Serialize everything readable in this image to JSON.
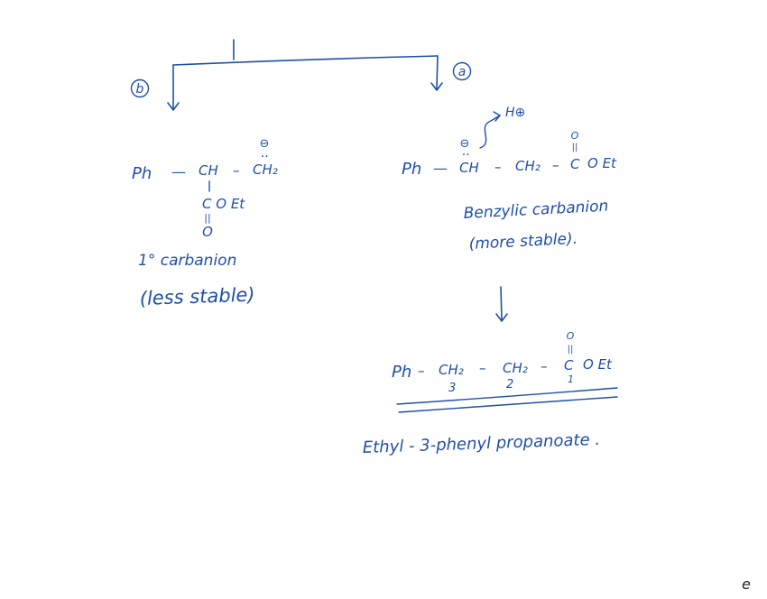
{
  "ink_color": "#1f4fa8",
  "branch_b": {
    "label": "b",
    "structure": {
      "ph": "Ph",
      "bond1": "—",
      "ch": "CH",
      "bond2": "–",
      "ch2": "CH₂",
      "lone_pair": "··",
      "charge": "⊖",
      "coet": "C O Et",
      "double_bond": "||",
      "oxygen": "O"
    },
    "type_label": "1° carbanion",
    "stability": "(less stable)"
  },
  "branch_a": {
    "label": "a",
    "structure": {
      "charge": "⊖",
      "lone_pair": "··",
      "proton": "H⊕",
      "ph": "Ph",
      "bond1": "—",
      "ch": "CH",
      "bond2": "–",
      "ch2": "CH₂",
      "bond3": "–",
      "carbonyl_c": "C",
      "double_bond": "||",
      "carbonyl_o": "O",
      "oet": "O Et"
    },
    "type_label": "Benzylic carbanion",
    "stability": "(more stable)."
  },
  "product": {
    "ph": "Ph",
    "bond1": "–",
    "ch2_a": "CH₂",
    "bond2": "–",
    "ch2_b": "CH₂",
    "bond3": "–",
    "carbonyl_c": "C",
    "double_bond": "||",
    "carbonyl_o": "O",
    "oet": "O Et",
    "num3": "3",
    "num2": "2",
    "num1": "1",
    "name": "Ethyl - 3-phenyl propanoate ."
  },
  "corner_mark": "e"
}
